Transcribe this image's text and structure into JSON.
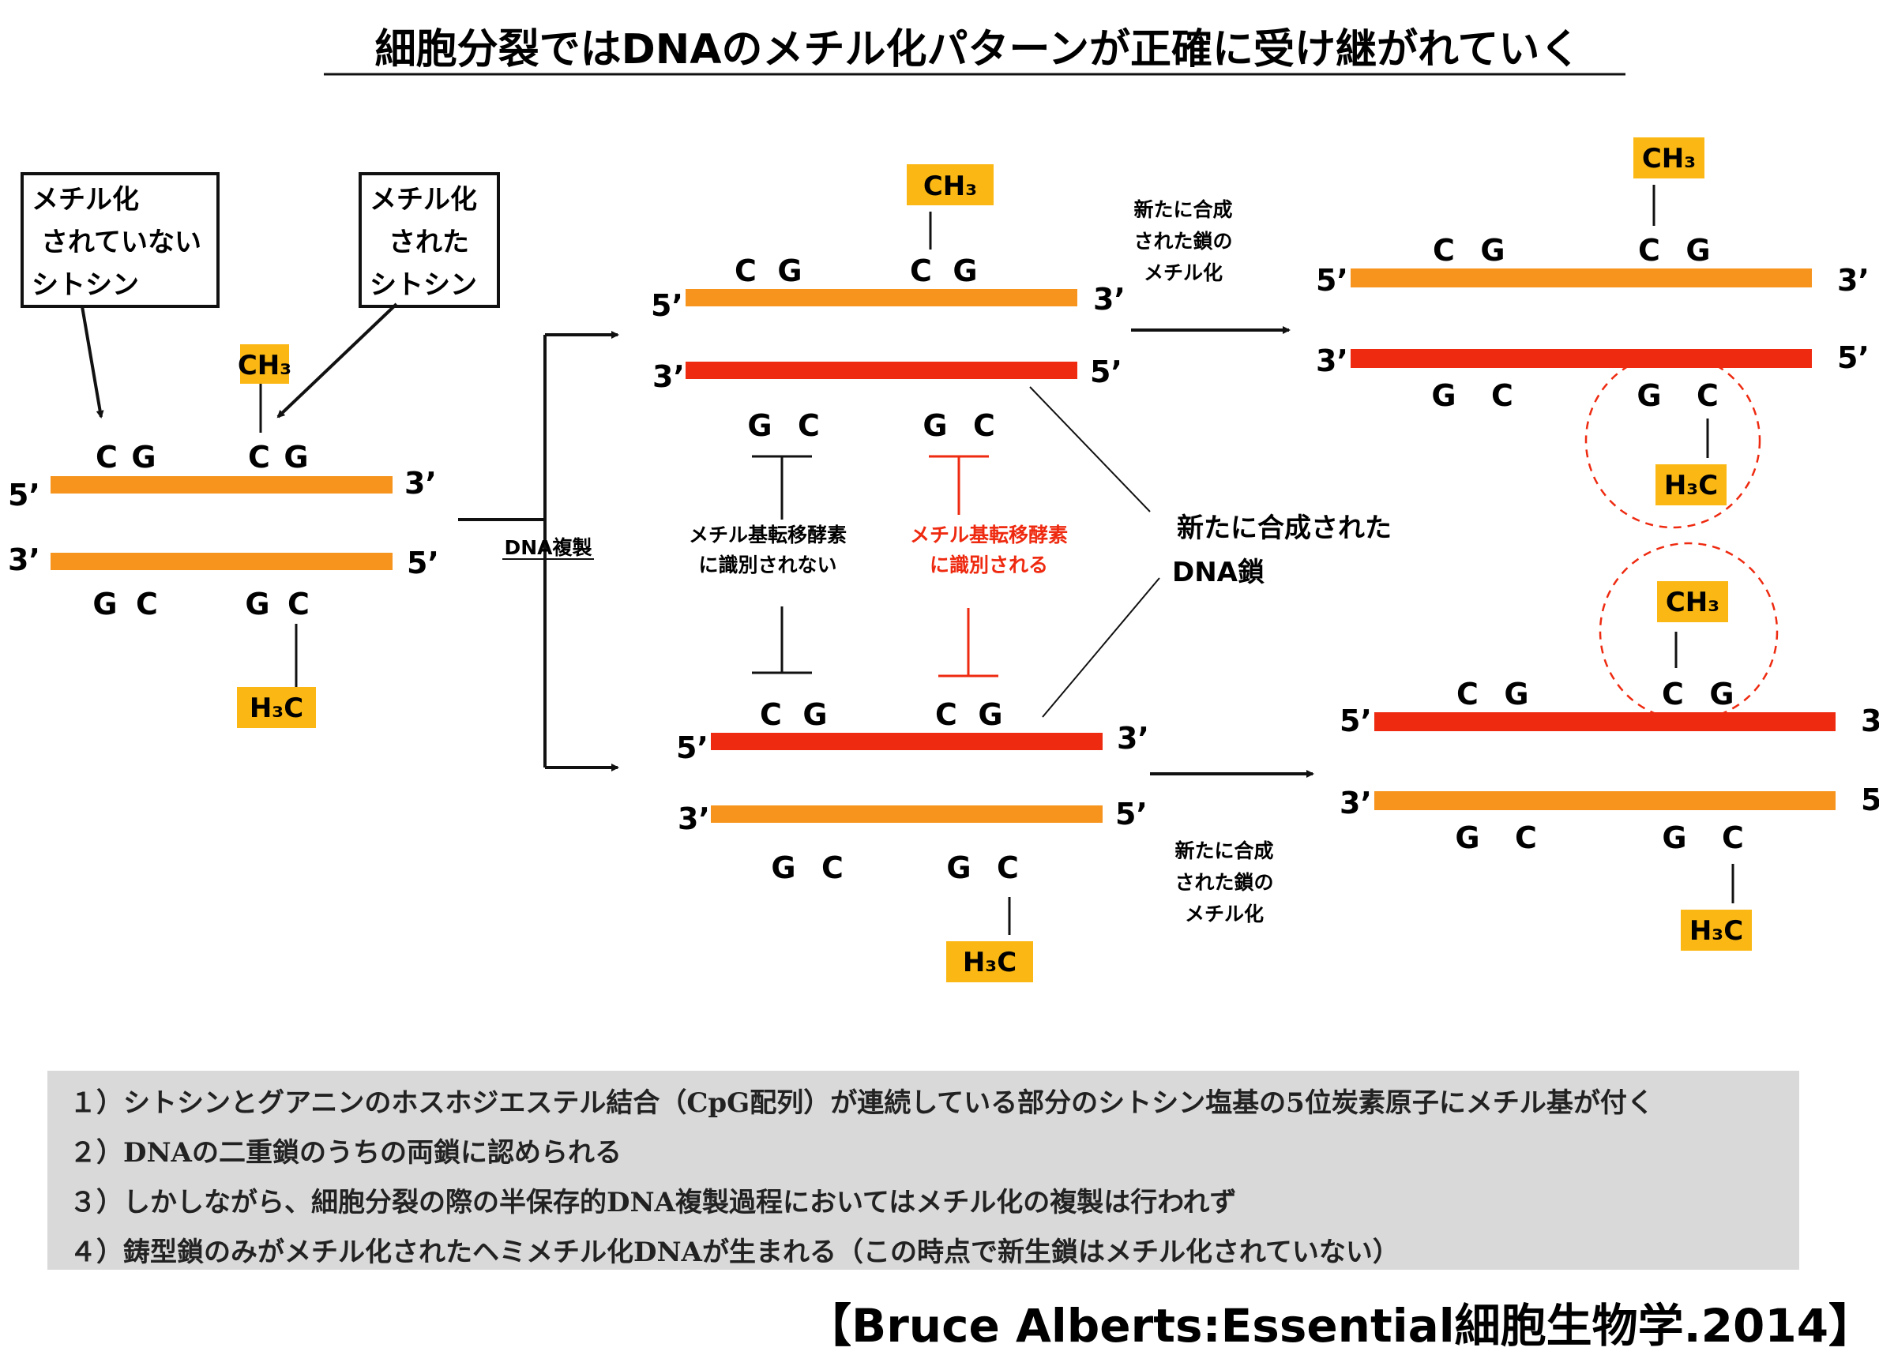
{
  "title": "細胞分裂ではDNAのメチル化パターンが正確に受け継がれていく",
  "colors": {
    "parent_strand": "#f7941d",
    "new_strand": "#ee2a10",
    "methyl_box": "#fbb814",
    "recognized_text": "#ee2a10",
    "circle": "#ee2a10",
    "notes_bg": "#d9d9d9"
  },
  "labels": {
    "unmethylated_line1": "メチル化",
    "unmethylated_line2": "されていない",
    "unmethylated_line3": "シトシン",
    "methylated_line1": "メチル化",
    "methylated_line2": "された",
    "methylated_line3": "シトシン",
    "ch3": "CH₃",
    "h3c": "H₃C",
    "end5": "5’",
    "end3": "3’",
    "base_c": "C",
    "base_g": "G",
    "dna_replication": "DNA複製",
    "not_recognized_line1": "メチル基転移酵素",
    "not_recognized_line2": "に識別されない",
    "recognized_line1": "メチル基転移酵素",
    "recognized_line2": "に識別される",
    "new_strand_line1": "新たに合成された",
    "new_strand_line2": "DNA鎖",
    "methylation_step_line1": "新たに合成",
    "methylation_step_line2": "された鎖の",
    "methylation_step_line3": "メチル化"
  },
  "notes": [
    "１）シトシンとグアニンのホスホジエステル結合（CpG配列）が連続している部分のシトシン塩基の5位炭素原子にメチル基が付く",
    "２）DNAの二重鎖のうちの両鎖に認められる",
    "３）しかしながら、細胞分裂の際の半保存的DNA複製過程においてはメチル化の複製は行われず",
    "４）鋳型鎖のみがメチル化されたヘミメチル化DNAが生まれる（この時点で新生鎖はメチル化されていない）"
  ],
  "citation": "【Bruce Alberts:Essential細胞生物学.2014】"
}
